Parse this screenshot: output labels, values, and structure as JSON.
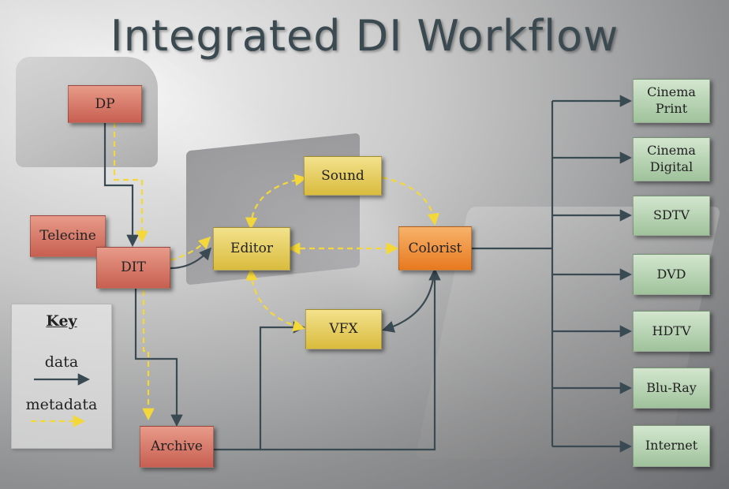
{
  "title": "Integrated DI Workflow",
  "nodes": {
    "dp": "DP",
    "telecine": "Telecine",
    "dit": "DIT",
    "editor": "Editor",
    "sound": "Sound",
    "vfx": "VFX",
    "colorist": "Colorist",
    "archive": "Archive",
    "cinema_print_1": "Cinema",
    "cinema_print_2": "Print",
    "cinema_digital_1": "Cinema",
    "cinema_digital_2": "Digital",
    "sdtv": "SDTV",
    "dvd": "DVD",
    "hdtv": "HDTV",
    "bluray": "Blu-Ray",
    "internet": "Internet"
  },
  "key": {
    "heading": "Key",
    "data_label": "data",
    "metadata_label": "metadata"
  },
  "colors": {
    "data_line": "#3a4a52",
    "metadata_line": "#f4d83a",
    "red_node": "#d0776a",
    "yellow_node": "#e6cd5c",
    "orange_node": "#ee8a36",
    "green_node": "#b6d3b2"
  }
}
